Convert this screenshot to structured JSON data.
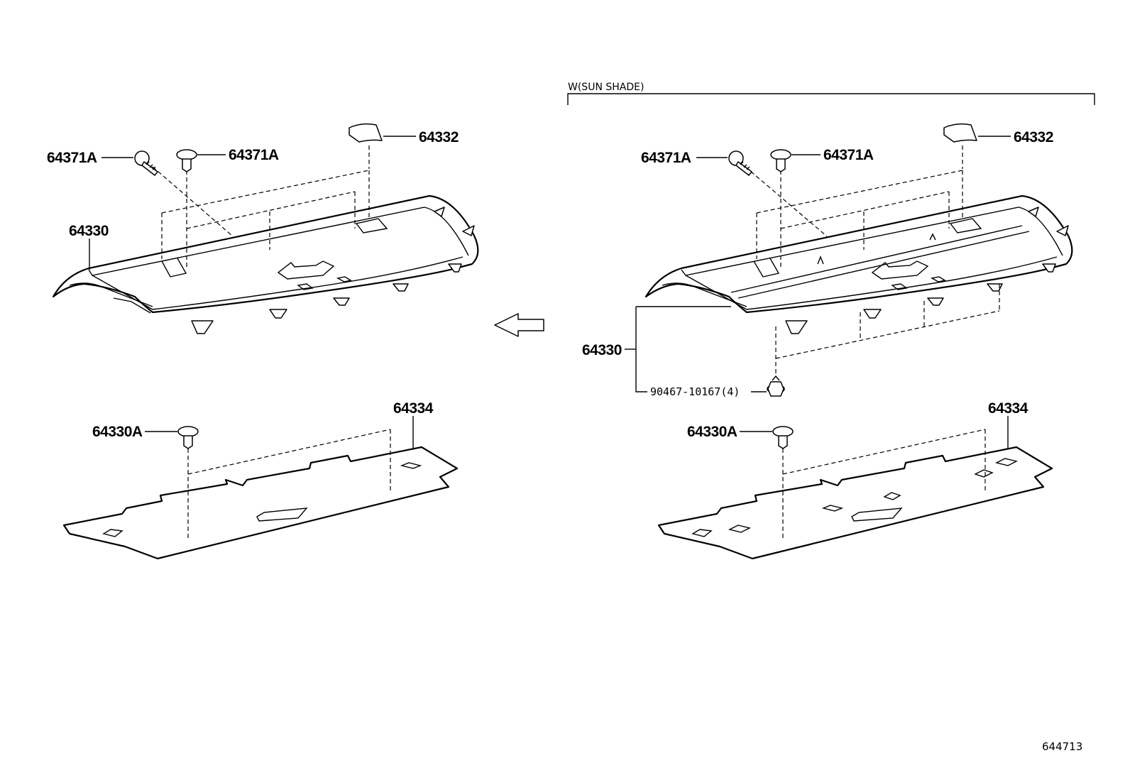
{
  "variant_label": "W(SUN SHADE)",
  "diagram_id": "644713",
  "left_assembly": {
    "labels": {
      "screw": "64371A",
      "clip": "64371A",
      "cover": "64332",
      "panel": "64330",
      "fastener": "64330A",
      "silencer": "64334"
    }
  },
  "right_assembly": {
    "labels": {
      "screw": "64371A",
      "clip": "64371A",
      "cover": "64332",
      "panel": "64330",
      "clip_set": "90467-10167(4)",
      "fastener": "64330A",
      "silencer": "64334"
    }
  }
}
